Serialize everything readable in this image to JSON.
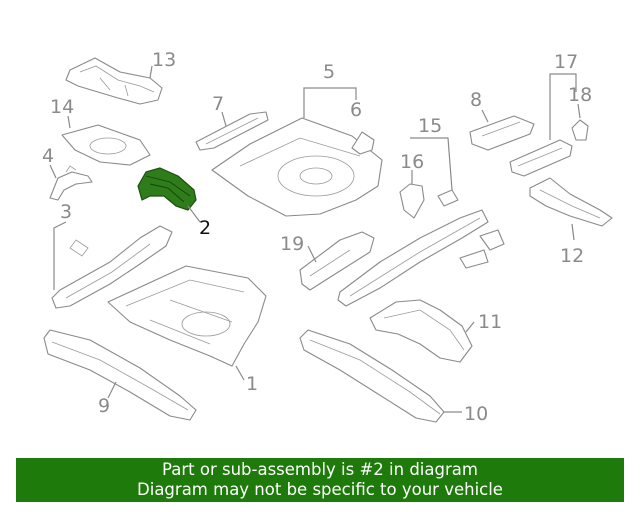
{
  "callouts": {
    "n1": "1",
    "n2": "2",
    "n3": "3",
    "n4": "4",
    "n5": "5",
    "n6": "6",
    "n7": "7",
    "n8": "8",
    "n9": "9",
    "n10": "10",
    "n11": "11",
    "n12": "12",
    "n13": "13",
    "n14": "14",
    "n15": "15",
    "n16": "16",
    "n17": "17",
    "n18": "18",
    "n19": "19"
  },
  "highlighted_part": "2",
  "colors": {
    "highlight": "#2e7d1a",
    "banner": "#1e7a0a",
    "line": "#8a8a8a"
  },
  "banner": {
    "line1": "Part or sub-assembly is #2 in diagram",
    "line2": "Diagram may not be specific to your vehicle"
  }
}
